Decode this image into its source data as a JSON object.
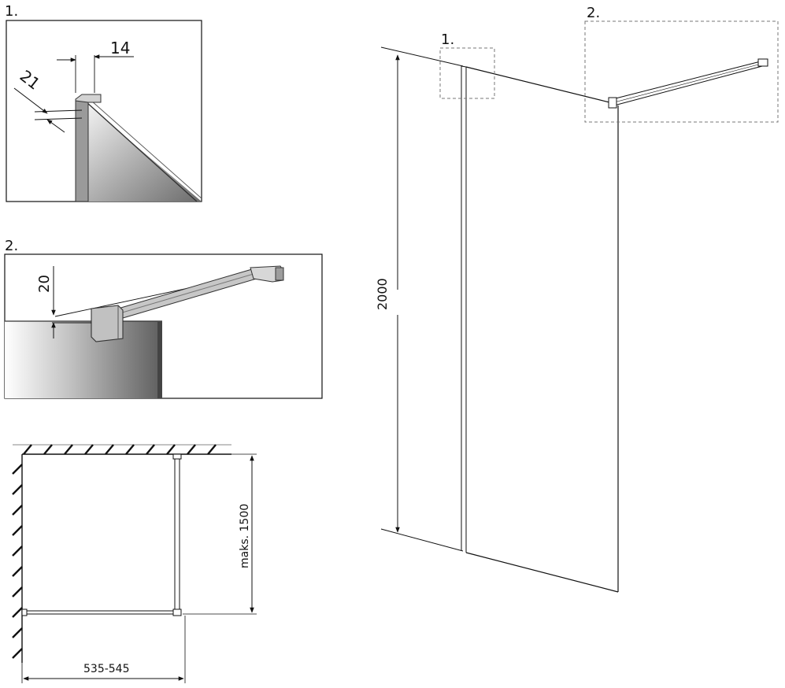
{
  "detail1": {
    "label": "1.",
    "dim_width": "14",
    "dim_depth": "21"
  },
  "detail2": {
    "label": "2.",
    "dim_height": "20"
  },
  "plan": {
    "dim_length": "maks. 1500",
    "dim_width": "535-545"
  },
  "elevation": {
    "dim_height": "2000",
    "callout1": "1.",
    "callout2": "2."
  }
}
